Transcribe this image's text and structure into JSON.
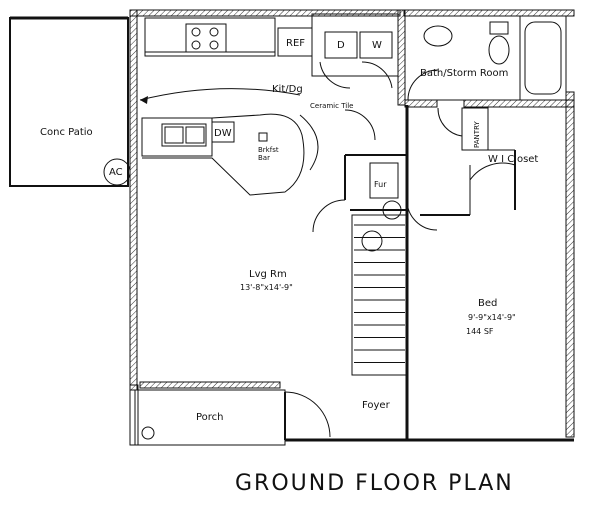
{
  "title": "GROUND FLOOR PLAN",
  "rooms": {
    "patio": "Conc Patio",
    "ac": "AC",
    "kitchen": "Kit/Dg",
    "ceramic": "Ceramic Tile",
    "ref": "REF",
    "dryer": "D",
    "washer": "W",
    "dishwasher": "DW",
    "bar_line1": "Brkfst",
    "bar_line2": "Bar",
    "bath": "Bath/Storm Room",
    "pantry": "PANTRY",
    "closet": "W I Closet",
    "furnace": "Fur",
    "living": "Lvg Rm",
    "living_dim": "13'-8\"x14'-9\"",
    "bed": "Bed",
    "bed_dim": "9'-9\"x14'-9\"",
    "bed_area": "144 SF",
    "porch": "Porch",
    "foyer": "Foyer"
  }
}
